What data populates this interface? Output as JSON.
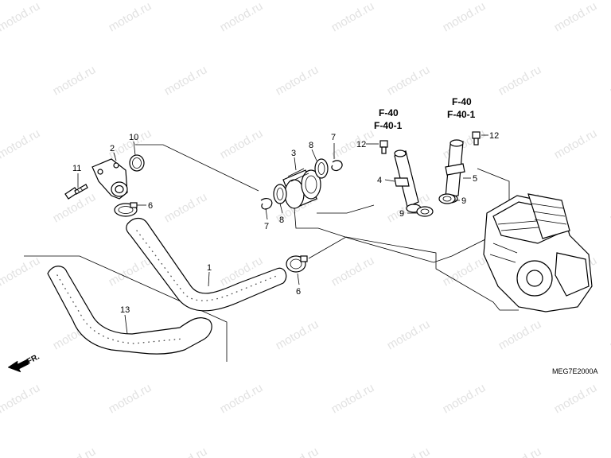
{
  "watermark": "motod.ru",
  "direction_label": "FR.",
  "diagram_code": "MEG7E2000A",
  "references": {
    "left": [
      "F-40",
      "F-40-1"
    ],
    "right": [
      "F-40",
      "F-40-1"
    ]
  },
  "callouts": {
    "p1": "1",
    "p2": "2",
    "p3": "3",
    "p4": "4",
    "p5": "5",
    "p6a": "6",
    "p6b": "6",
    "p7a": "7",
    "p7b": "7",
    "p8a": "8",
    "p8b": "8",
    "p9a": "9",
    "p9b": "9",
    "p10": "10",
    "p11": "11",
    "p12a": "12",
    "p12b": "12",
    "p13": "13"
  }
}
